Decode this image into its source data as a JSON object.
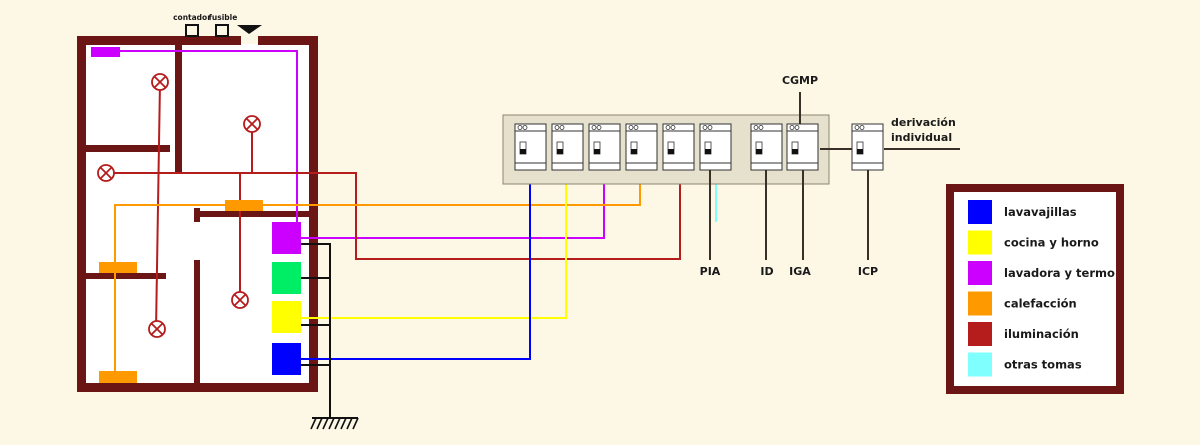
{
  "diagram": {
    "title": "Instalación eléctrica de una vivienda",
    "top_labels": {
      "contador": "contador",
      "fusible": "fusible"
    },
    "panel_labels": {
      "cgmp": "CGMP",
      "pia": "PIA",
      "id": "ID",
      "iga": "IGA",
      "icp": "ICP",
      "derivacion_line1": "derivación",
      "derivacion_line2": "individual"
    },
    "colors": {
      "wall": "#6b1515",
      "floor": "#ffffff",
      "background": "#fdf7e6",
      "panel": "#e6e1cc",
      "lavavajillas": "#0000ff",
      "cocina": "#ffff00",
      "lavadora": "#cc00ff",
      "calefaccion": "#ff9900",
      "iluminacion": "#b51c1c",
      "otras": "#80ffff",
      "green_socket": "#00ee66",
      "ground": "#111111"
    },
    "breakers": [
      {
        "id": "b1",
        "circuit": "lavavajillas"
      },
      {
        "id": "b2",
        "circuit": "cocina y horno"
      },
      {
        "id": "b3",
        "circuit": "lavadora y termo"
      },
      {
        "id": "b4",
        "circuit": "calefacción"
      },
      {
        "id": "b5",
        "circuit": "iluminación"
      },
      {
        "id": "b6",
        "circuit": "otras tomas"
      },
      {
        "id": "b7",
        "circuit": "ID"
      },
      {
        "id": "b8",
        "circuit": "IGA"
      },
      {
        "id": "b9",
        "circuit": "ICP"
      }
    ],
    "legend": {
      "items": [
        {
          "label": "lavavajillas",
          "color": "#0000ff"
        },
        {
          "label": "cocina y horno",
          "color": "#ffff00"
        },
        {
          "label": "lavadora y termo",
          "color": "#cc00ff"
        },
        {
          "label": "calefacción",
          "color": "#ff9900"
        },
        {
          "label": "iluminación",
          "color": "#b51c1c"
        },
        {
          "label": "otras tomas",
          "color": "#80ffff"
        }
      ]
    }
  }
}
